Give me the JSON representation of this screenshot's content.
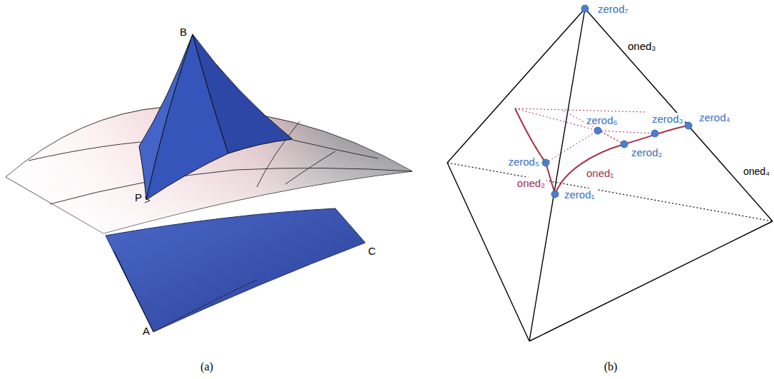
{
  "diagram": {
    "labels": [
      "B",
      "P",
      "C",
      "A",
      "(a)",
      "zerod₇",
      "oned₃",
      "oned₄",
      "zerod₆",
      "zerod₄",
      "zerod₃",
      "zerod₂",
      "zerod₅",
      "oned₁",
      "oned₂",
      "zerod₁",
      "(b)"
    ]
  }
}
